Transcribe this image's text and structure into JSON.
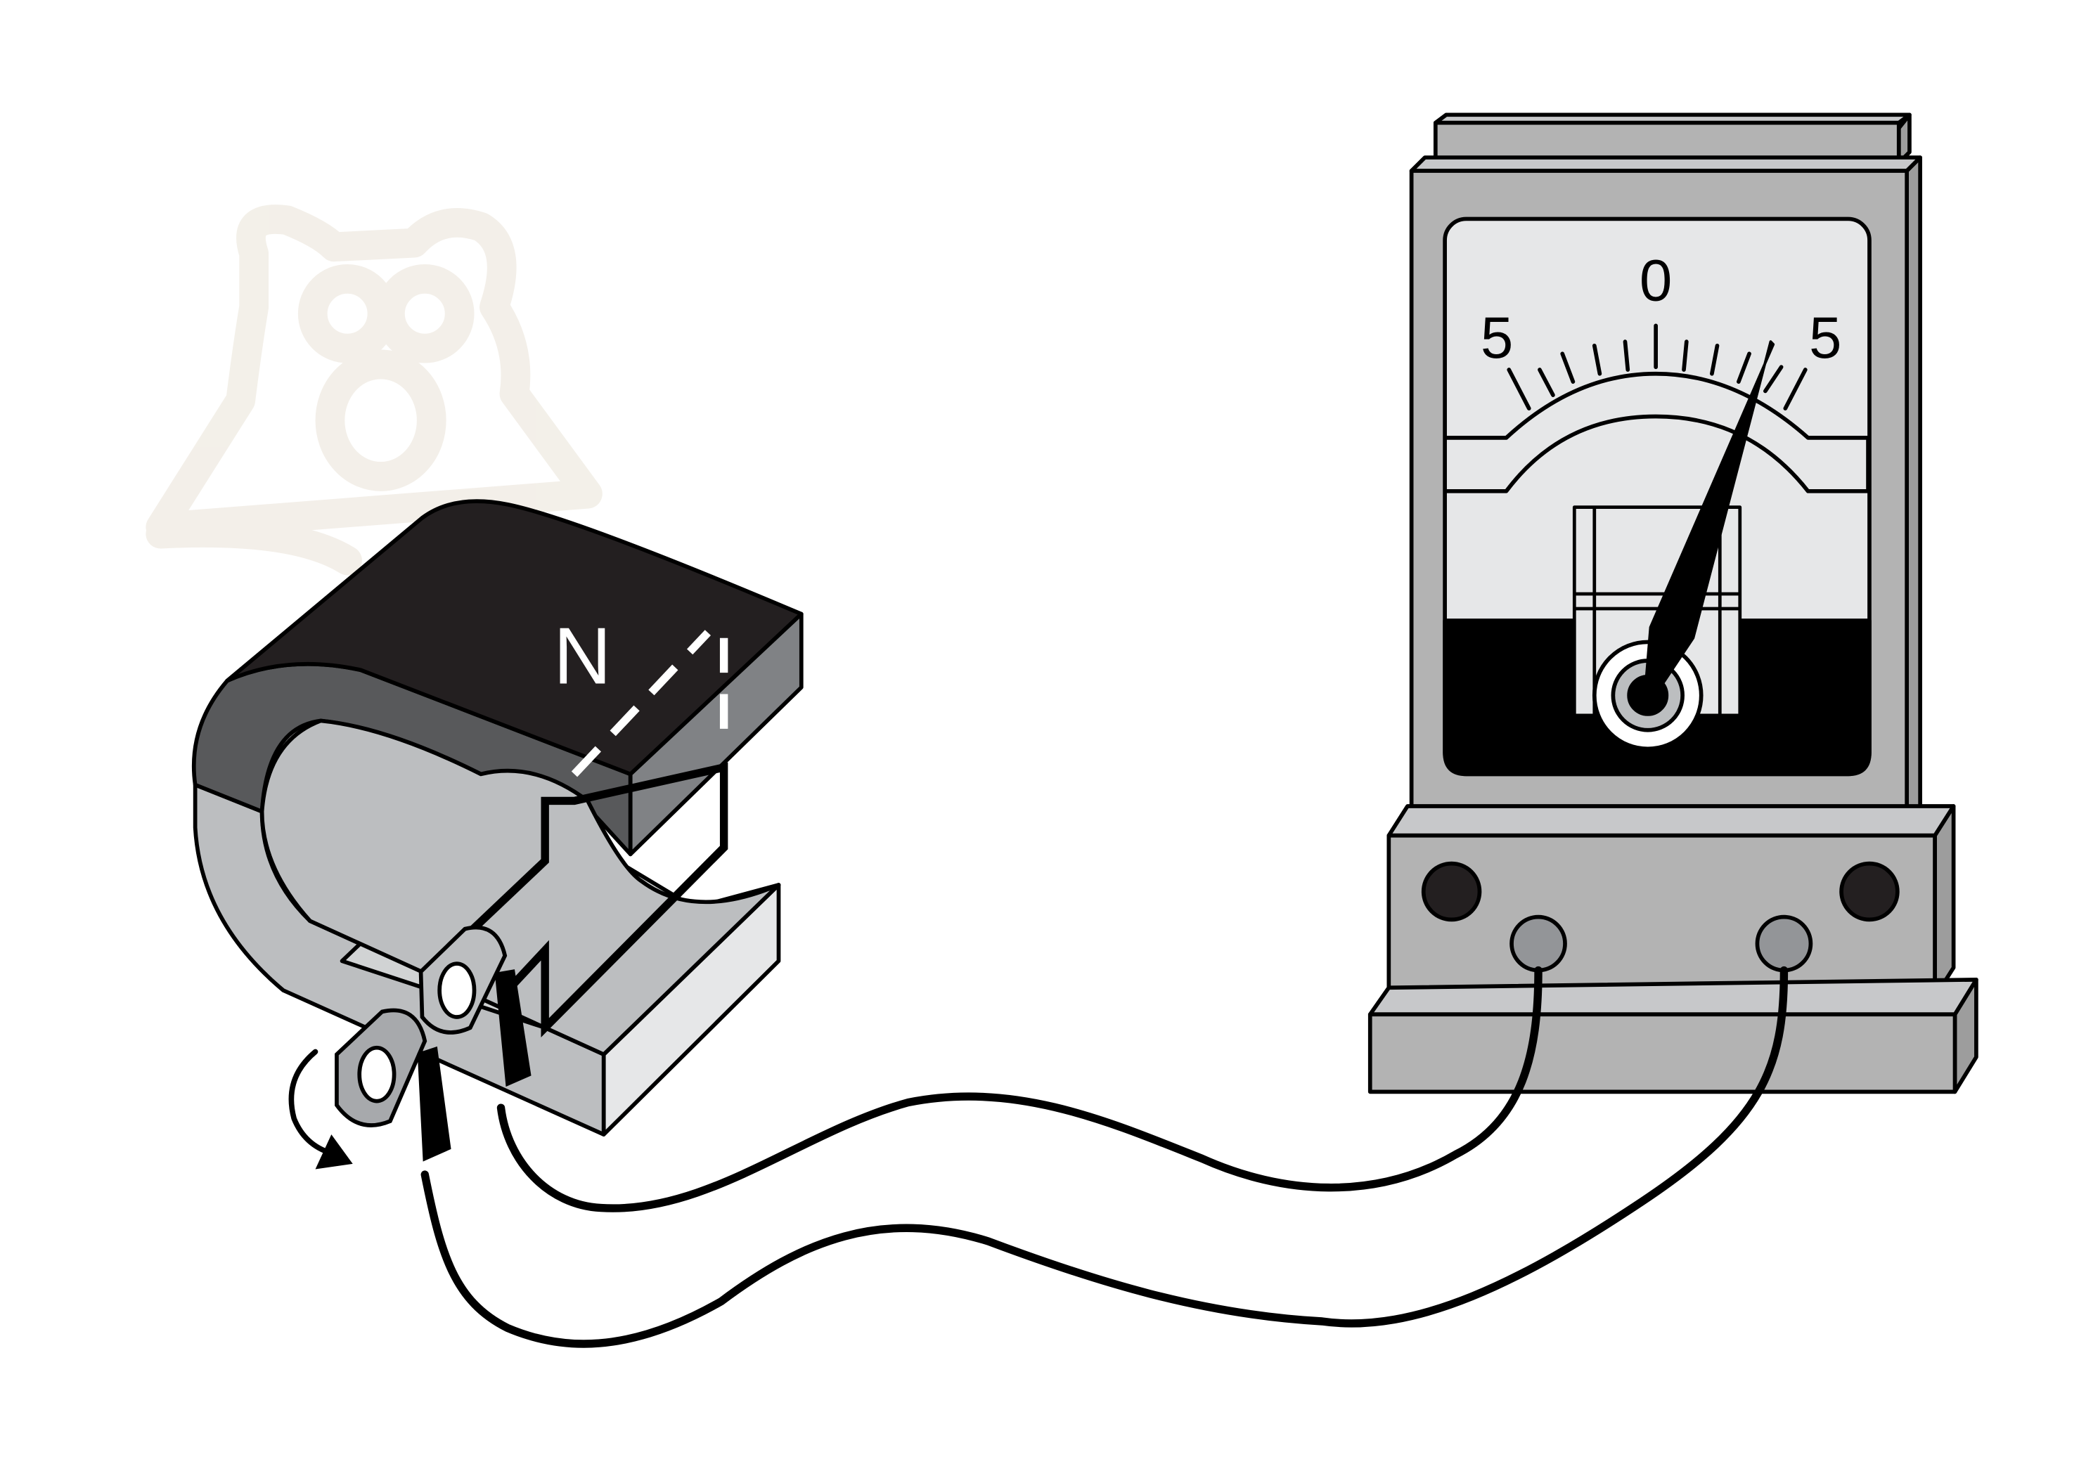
{
  "magnet": {
    "pole_label": "N"
  },
  "meter": {
    "scale_left": "5",
    "scale_center": "0",
    "scale_right": "5"
  },
  "colors": {
    "outline": "#000000",
    "magnet_top": "#231f20",
    "magnet_side": "#58595b",
    "magnet_end": "#808285",
    "magnet_body": "#bcbec0",
    "meter_body": "#b3b3b3",
    "dial_face": "#e6e7e8",
    "dial_dark": "#000000",
    "field_line": "#ffffff",
    "watermark": "#f1ede6"
  }
}
